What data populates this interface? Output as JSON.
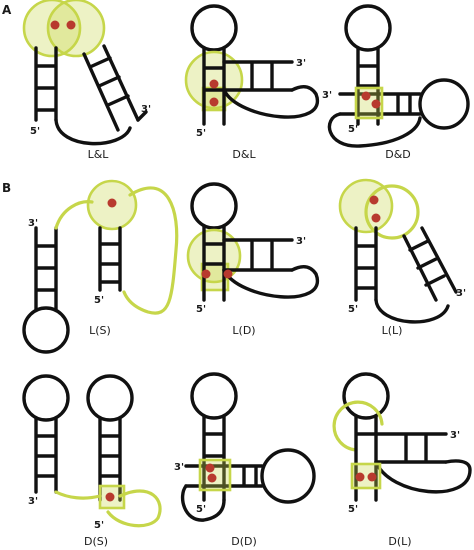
{
  "figure": {
    "colors": {
      "strand": "#111111",
      "highlight": "#c6d64a",
      "contact_dot": "#b83a2e",
      "background": "#ffffff"
    },
    "section_a": {
      "label": "A",
      "panels": [
        {
          "caption": "L&L",
          "end_labels": [
            "5'",
            "3'"
          ]
        },
        {
          "caption": "D&L",
          "end_labels": [
            "3'",
            "5'"
          ]
        },
        {
          "caption": "D&D",
          "end_labels": [
            "3'",
            "5'"
          ]
        }
      ]
    },
    "section_b": {
      "label": "B",
      "panels": [
        {
          "caption": "L(S)",
          "end_labels": [
            "3'",
            "5'"
          ]
        },
        {
          "caption": "L(D)",
          "end_labels": [
            "3'",
            "5'"
          ]
        },
        {
          "caption": "L(L)",
          "end_labels": [
            "3'",
            "5'"
          ]
        },
        {
          "caption": "D(S)",
          "end_labels": [
            "3'",
            "5'"
          ]
        },
        {
          "caption": "D(D)",
          "end_labels": [
            "3'",
            "5'"
          ]
        },
        {
          "caption": "D(L)",
          "end_labels": [
            "3'",
            "5'"
          ]
        }
      ]
    }
  }
}
